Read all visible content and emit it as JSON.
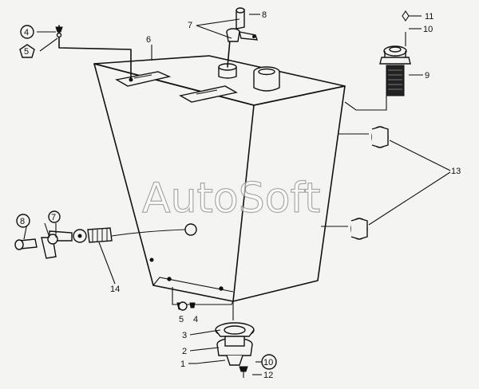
{
  "watermark": "AutoSoft",
  "callouts": {
    "c1": "1",
    "c2": "2",
    "c3": "3",
    "c4a": "4",
    "c4b": "4",
    "c5a": "5",
    "c5b": "5",
    "c6": "6",
    "c7a": "7",
    "c7b": "7",
    "c8a": "8",
    "c8b": "8",
    "c9": "9",
    "c10a": "10",
    "c10b": "10",
    "c11": "11",
    "c12": "12",
    "c13": "13",
    "c14": "14"
  }
}
